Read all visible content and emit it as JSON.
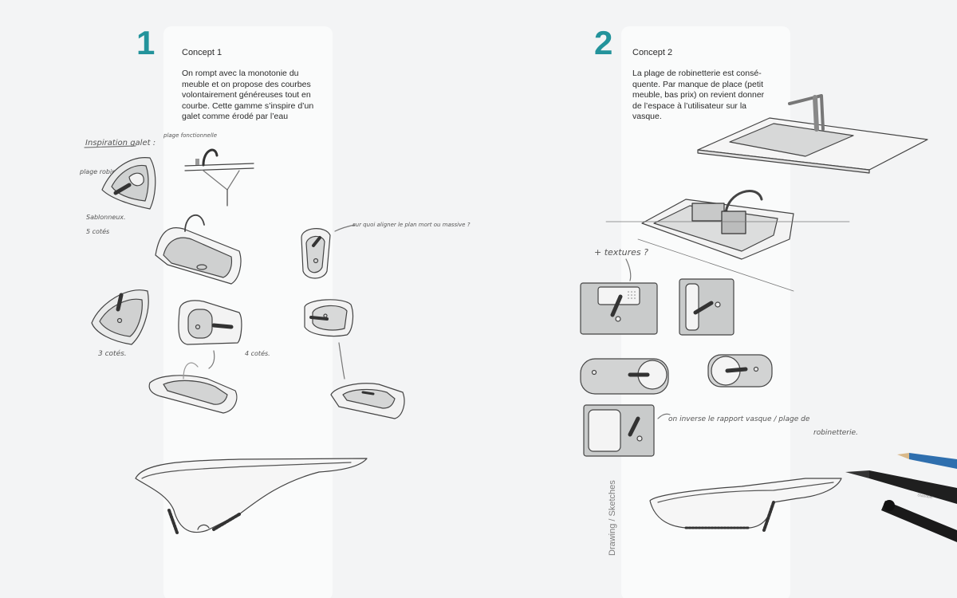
{
  "concepts": [
    {
      "number": "1",
      "title": "Concept 1",
      "body": "On rompt avec la monotonie du meuble et on propose des courbes volontairement généreuses tout en courbe. Cette gamme s’inspire d’un galet comme érodé par l’eau"
    },
    {
      "number": "2",
      "title": "Concept 2",
      "body": "La plage de robinetterie est consé-quente. Par manque de place (petit meuble, bas prix) on revient donner de l’espace à l’utilisateur sur la vasque."
    }
  ],
  "side_label": "Drawing / Sketches",
  "colors": {
    "accent": "#23939b",
    "background": "#f3f4f5",
    "panel": "#fafbfb"
  }
}
